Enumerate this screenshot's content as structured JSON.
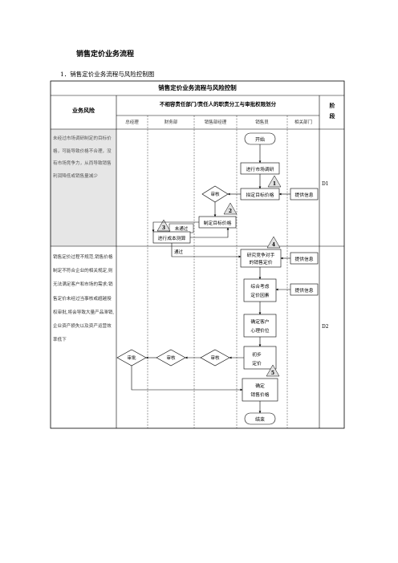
{
  "doc_title": "销售定价业务流程",
  "section_title": "1．销售定价业务流程与风险控制图",
  "table": {
    "title": "销售定价业务流程与风险控制",
    "risk_header": "业务风险",
    "resp_header": "不相容责任部门/责任人的职责分工与审批权限划分",
    "stage_header": "阶段",
    "columns": [
      "总经理",
      "财务部",
      "销售部经理",
      "销售员",
      "相关部门"
    ],
    "risks": [
      "未经过市场调研制定的目标价格，可能导致价格不合理，没有市场竞争力，从而导致销售利润降低或销售量减少",
      "销售定价过程不规范,销售价格制定不符合企业的相关规定,则无法满足客户和市场的需求;销售定价未经过当事核或超越授权审批,将会导致大量产品滞销,企业资产损失以及资产运营效率低下"
    ],
    "stages": [
      "D1",
      "D2"
    ]
  },
  "flow": {
    "start": "开始",
    "market_research": "进行市场调研",
    "draft_price": "拟定目标价格",
    "provide_info": "提供信息",
    "review": "审核",
    "set_target_price": "制定目标价格",
    "not_pass": "未通过",
    "cost_estimate": "进行成本测算",
    "pass": "通过",
    "study_competitors_l1": "研究竞争对手",
    "study_competitors_l2": "的销售定价",
    "consider_factors_l1": "综合考虑",
    "consider_factors_l2": "定价因素",
    "customer_psych_l1": "确定客户",
    "customer_psych_l2": "心理价位",
    "initial_price_l1": "初步",
    "initial_price_l2": "定价",
    "approve": "审批",
    "final_price_l1": "确定",
    "final_price_l2": "销售价格",
    "end": "结束",
    "badges": [
      "1",
      "2",
      "3",
      "4",
      "5"
    ]
  },
  "colors": {
    "risk_bg": "#e6e6e6",
    "badge_fill": "#e0e0e0",
    "line": "#000000"
  }
}
